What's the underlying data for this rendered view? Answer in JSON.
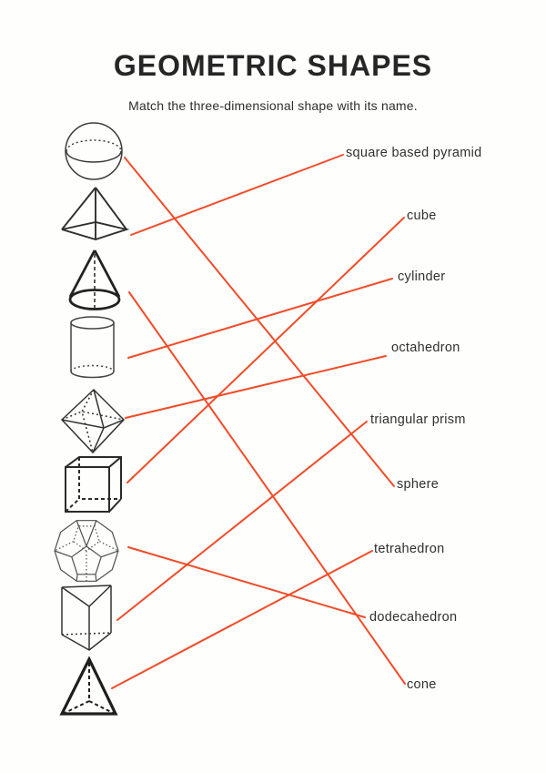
{
  "page": {
    "title": "GEOMETRIC SHAPES",
    "subtitle": "Match the three-dimensional shape with its name.",
    "background_color": "#fefefc",
    "title_color": "#262626",
    "text_color": "#303030",
    "line_color": "#f24b28",
    "line_width": 2
  },
  "shapes": [
    {
      "id": "sphere",
      "name": "sphere-figure"
    },
    {
      "id": "square-based-pyramid",
      "name": "square-based-pyramid-figure"
    },
    {
      "id": "cone",
      "name": "cone-figure"
    },
    {
      "id": "cylinder",
      "name": "cylinder-figure"
    },
    {
      "id": "octahedron",
      "name": "octahedron-figure"
    },
    {
      "id": "cube",
      "name": "cube-figure"
    },
    {
      "id": "dodecahedron",
      "name": "dodecahedron-figure"
    },
    {
      "id": "triangular-prism",
      "name": "triangular-prism-figure"
    },
    {
      "id": "tetrahedron",
      "name": "tetrahedron-figure"
    }
  ],
  "labels": [
    {
      "id": "square-based-pyramid",
      "text": "square based pyramid"
    },
    {
      "id": "cube",
      "text": "cube"
    },
    {
      "id": "cylinder",
      "text": "cylinder"
    },
    {
      "id": "octahedron",
      "text": "octahedron"
    },
    {
      "id": "triangular-prism",
      "text": "triangular prism"
    },
    {
      "id": "sphere",
      "text": "sphere"
    },
    {
      "id": "tetrahedron",
      "text": "tetrahedron"
    },
    {
      "id": "dodecahedron",
      "text": "dodecahedron"
    },
    {
      "id": "cone",
      "text": "cone"
    }
  ],
  "connections": [
    {
      "shape": "sphere",
      "label": "sphere"
    },
    {
      "shape": "square-based-pyramid",
      "label": "square-based-pyramid"
    },
    {
      "shape": "cone",
      "label": "cone"
    },
    {
      "shape": "cylinder",
      "label": "cylinder"
    },
    {
      "shape": "octahedron",
      "label": "octahedron"
    },
    {
      "shape": "cube",
      "label": "cube"
    },
    {
      "shape": "dodecahedron",
      "label": "dodecahedron"
    },
    {
      "shape": "triangular-prism",
      "label": "triangular-prism"
    },
    {
      "shape": "tetrahedron",
      "label": "tetrahedron"
    }
  ]
}
